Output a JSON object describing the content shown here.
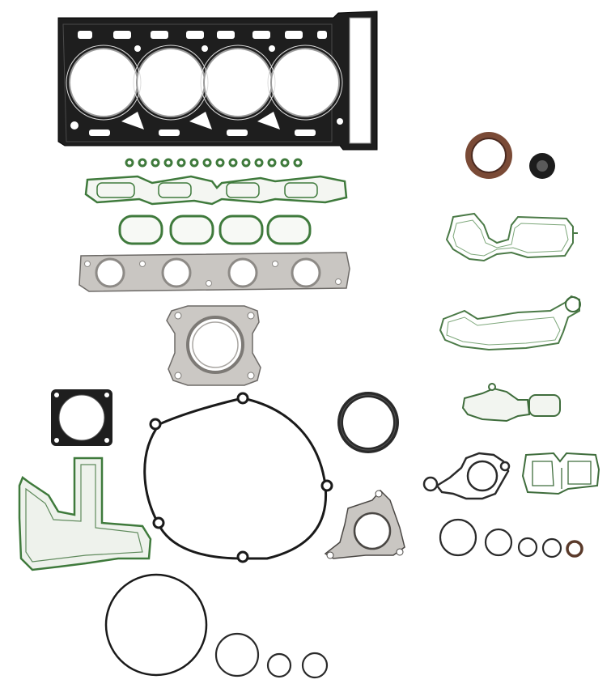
{
  "image": {
    "background": "#ffffff",
    "colors": {
      "black_gasket": "#1e1e1e",
      "steel": "#c9c6c2",
      "steel_dark": "#6d6a67",
      "green_bead": "#3f7a3c",
      "green_light": "#e9eee6",
      "brown_seal": "#7a4a36"
    },
    "parts": [
      {
        "name": "cylinder-head-gasket"
      },
      {
        "name": "valve-stem-seals",
        "count": 14
      },
      {
        "name": "valve-cover-gasket"
      },
      {
        "name": "intake-manifold-gaskets",
        "count": 4
      },
      {
        "name": "exhaust-manifold-gasket"
      },
      {
        "name": "turbo-flange-gasket"
      },
      {
        "name": "throttle-body-gasket"
      },
      {
        "name": "timing-cover-gasket"
      },
      {
        "name": "crankshaft-seal"
      },
      {
        "name": "water-pump-gasket"
      },
      {
        "name": "oil-pan-gasket"
      },
      {
        "name": "front-crank-seal"
      },
      {
        "name": "camshaft-seal"
      },
      {
        "name": "upper-cover-gasket"
      },
      {
        "name": "lower-cover-gasket"
      },
      {
        "name": "thermostat-gasket"
      },
      {
        "name": "oil-filter-housing-gasket"
      },
      {
        "name": "oil-cooler-gasket"
      },
      {
        "name": "o-rings",
        "count": 9
      }
    ]
  }
}
